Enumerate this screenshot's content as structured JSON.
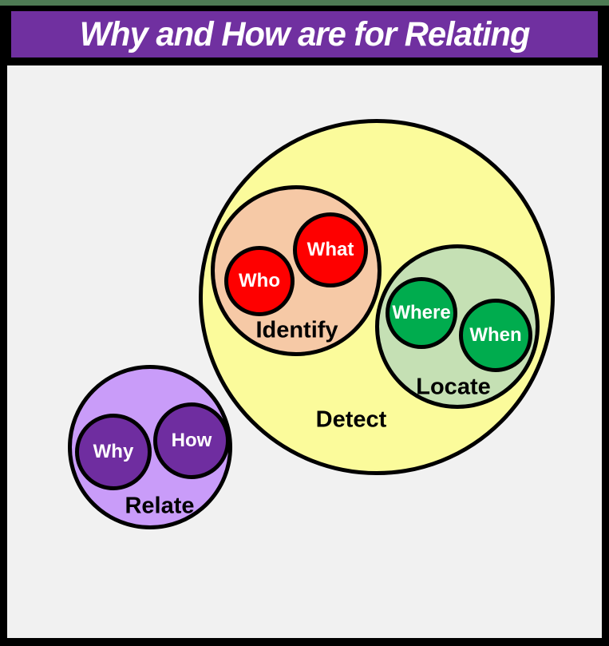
{
  "title": "Why and How are for Relating",
  "diagram": {
    "detect": {
      "label": "Detect"
    },
    "identify": {
      "label": "Identify",
      "who": "Who",
      "what": "What"
    },
    "locate": {
      "label": "Locate",
      "where": "Where",
      "when": "When"
    },
    "relate": {
      "label": "Relate",
      "why": "Why",
      "how": "How"
    }
  },
  "colors": {
    "top_strip": "#4E7B54",
    "frame": "#000000",
    "title_bar": "#7030A0",
    "title_text": "#FFFFFF",
    "canvas_background": "#F1F1F1",
    "detect_fill": "#FBFB9B",
    "identify_fill": "#F6C9A6",
    "who_what_fill": "#FE0000",
    "locate_fill": "#C5E0B4",
    "where_when_fill": "#00AC4E",
    "relate_fill": "#C99CF9",
    "why_how_fill": "#6F2DA0",
    "circle_border": "#000000",
    "region_label_text": "#000000",
    "circle_word_text": "#FFFFFF"
  }
}
